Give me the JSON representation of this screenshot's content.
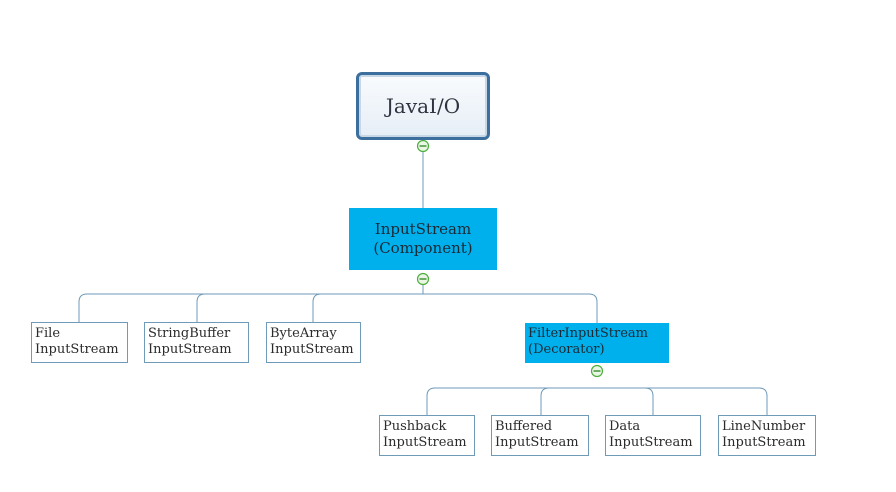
{
  "diagram": {
    "root": {
      "label": "JavaI/O"
    },
    "component": {
      "line1": "InputStream",
      "line2": "(Component)"
    },
    "children": [
      {
        "line1": "File",
        "line2": "InputStream"
      },
      {
        "line1": "StringBuffer",
        "line2": "InputStream"
      },
      {
        "line1": "ByteArray",
        "line2": "InputStream"
      }
    ],
    "decorator": {
      "line1": "FilterInputStream",
      "line2": "(Decorator)"
    },
    "decorator_children": [
      {
        "line1": "Pushback",
        "line2": "InputStream"
      },
      {
        "line1": "Buffered",
        "line2": "InputStream"
      },
      {
        "line1": "Data",
        "line2": "InputStream"
      },
      {
        "line1": "LineNumber",
        "line2": "InputStream"
      }
    ]
  },
  "colors": {
    "connector": "#6f9ab8",
    "highlight_fill": "#00b0ec",
    "root_border": "#3d6f9e",
    "collapse_icon": "#4caf3c"
  },
  "icons": [
    "collapse-icon"
  ]
}
